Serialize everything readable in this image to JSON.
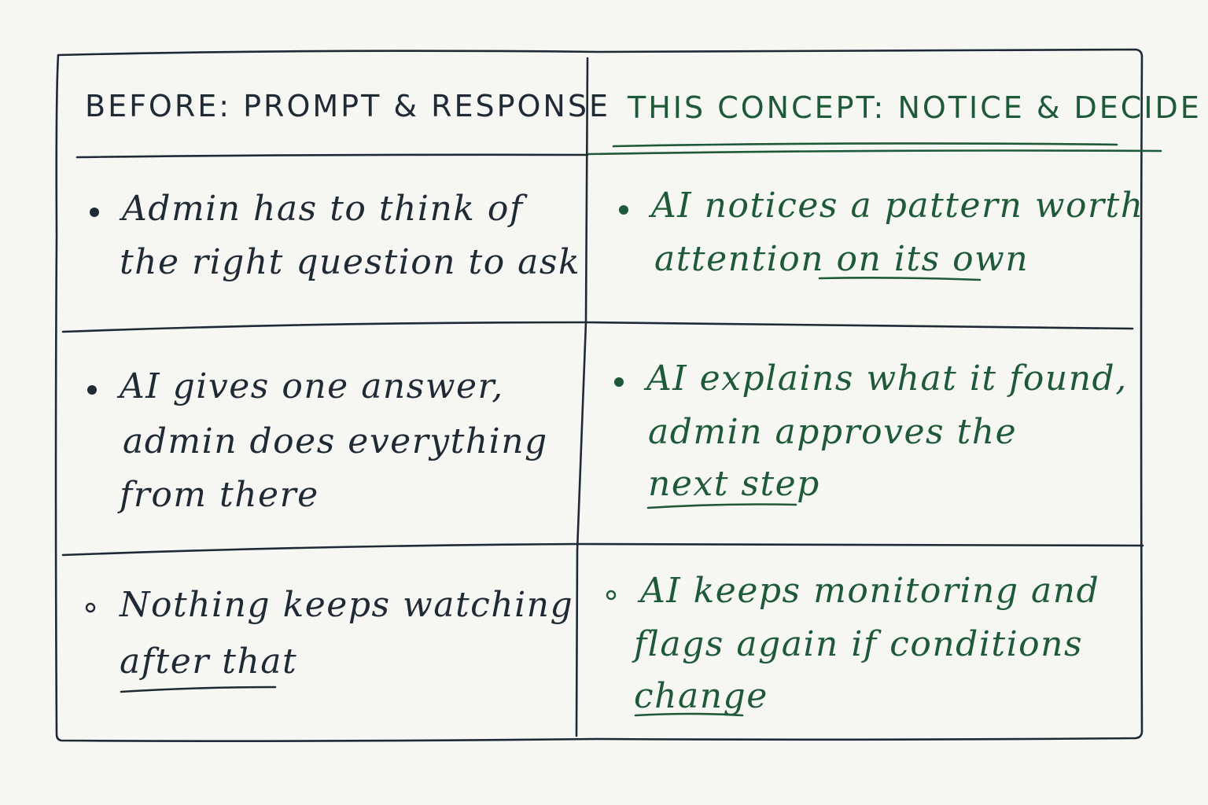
{
  "headers": {
    "left": "BEFORE: PROMPT & RESPONSE",
    "right": "THIS CONCEPT: NOTICE & DECIDE"
  },
  "rows": [
    {
      "left": {
        "lines": [
          "Admin has to think of",
          "the right question to ask"
        ],
        "underline": ""
      },
      "right": {
        "lines": [
          "AI notices a pattern worth",
          "attention "
        ],
        "underline": "on its own"
      }
    },
    {
      "left": {
        "lines": [
          "AI gives one answer,",
          "admin does everything",
          "from there"
        ],
        "underline": ""
      },
      "right": {
        "lines": [
          "AI explains what it found,",
          "admin approves the",
          ""
        ],
        "underline": "next step"
      }
    },
    {
      "left": {
        "lines": [
          "Nothing keeps watching",
          ""
        ],
        "underline": "after that"
      },
      "right": {
        "lines": [
          "AI keeps monitoring and",
          "flags again if conditions",
          ""
        ],
        "underline": "change"
      }
    }
  ],
  "colors": {
    "dark_ink": "#1f2a35",
    "green_ink": "#1e5a39",
    "paper": "#f6f6f3"
  }
}
